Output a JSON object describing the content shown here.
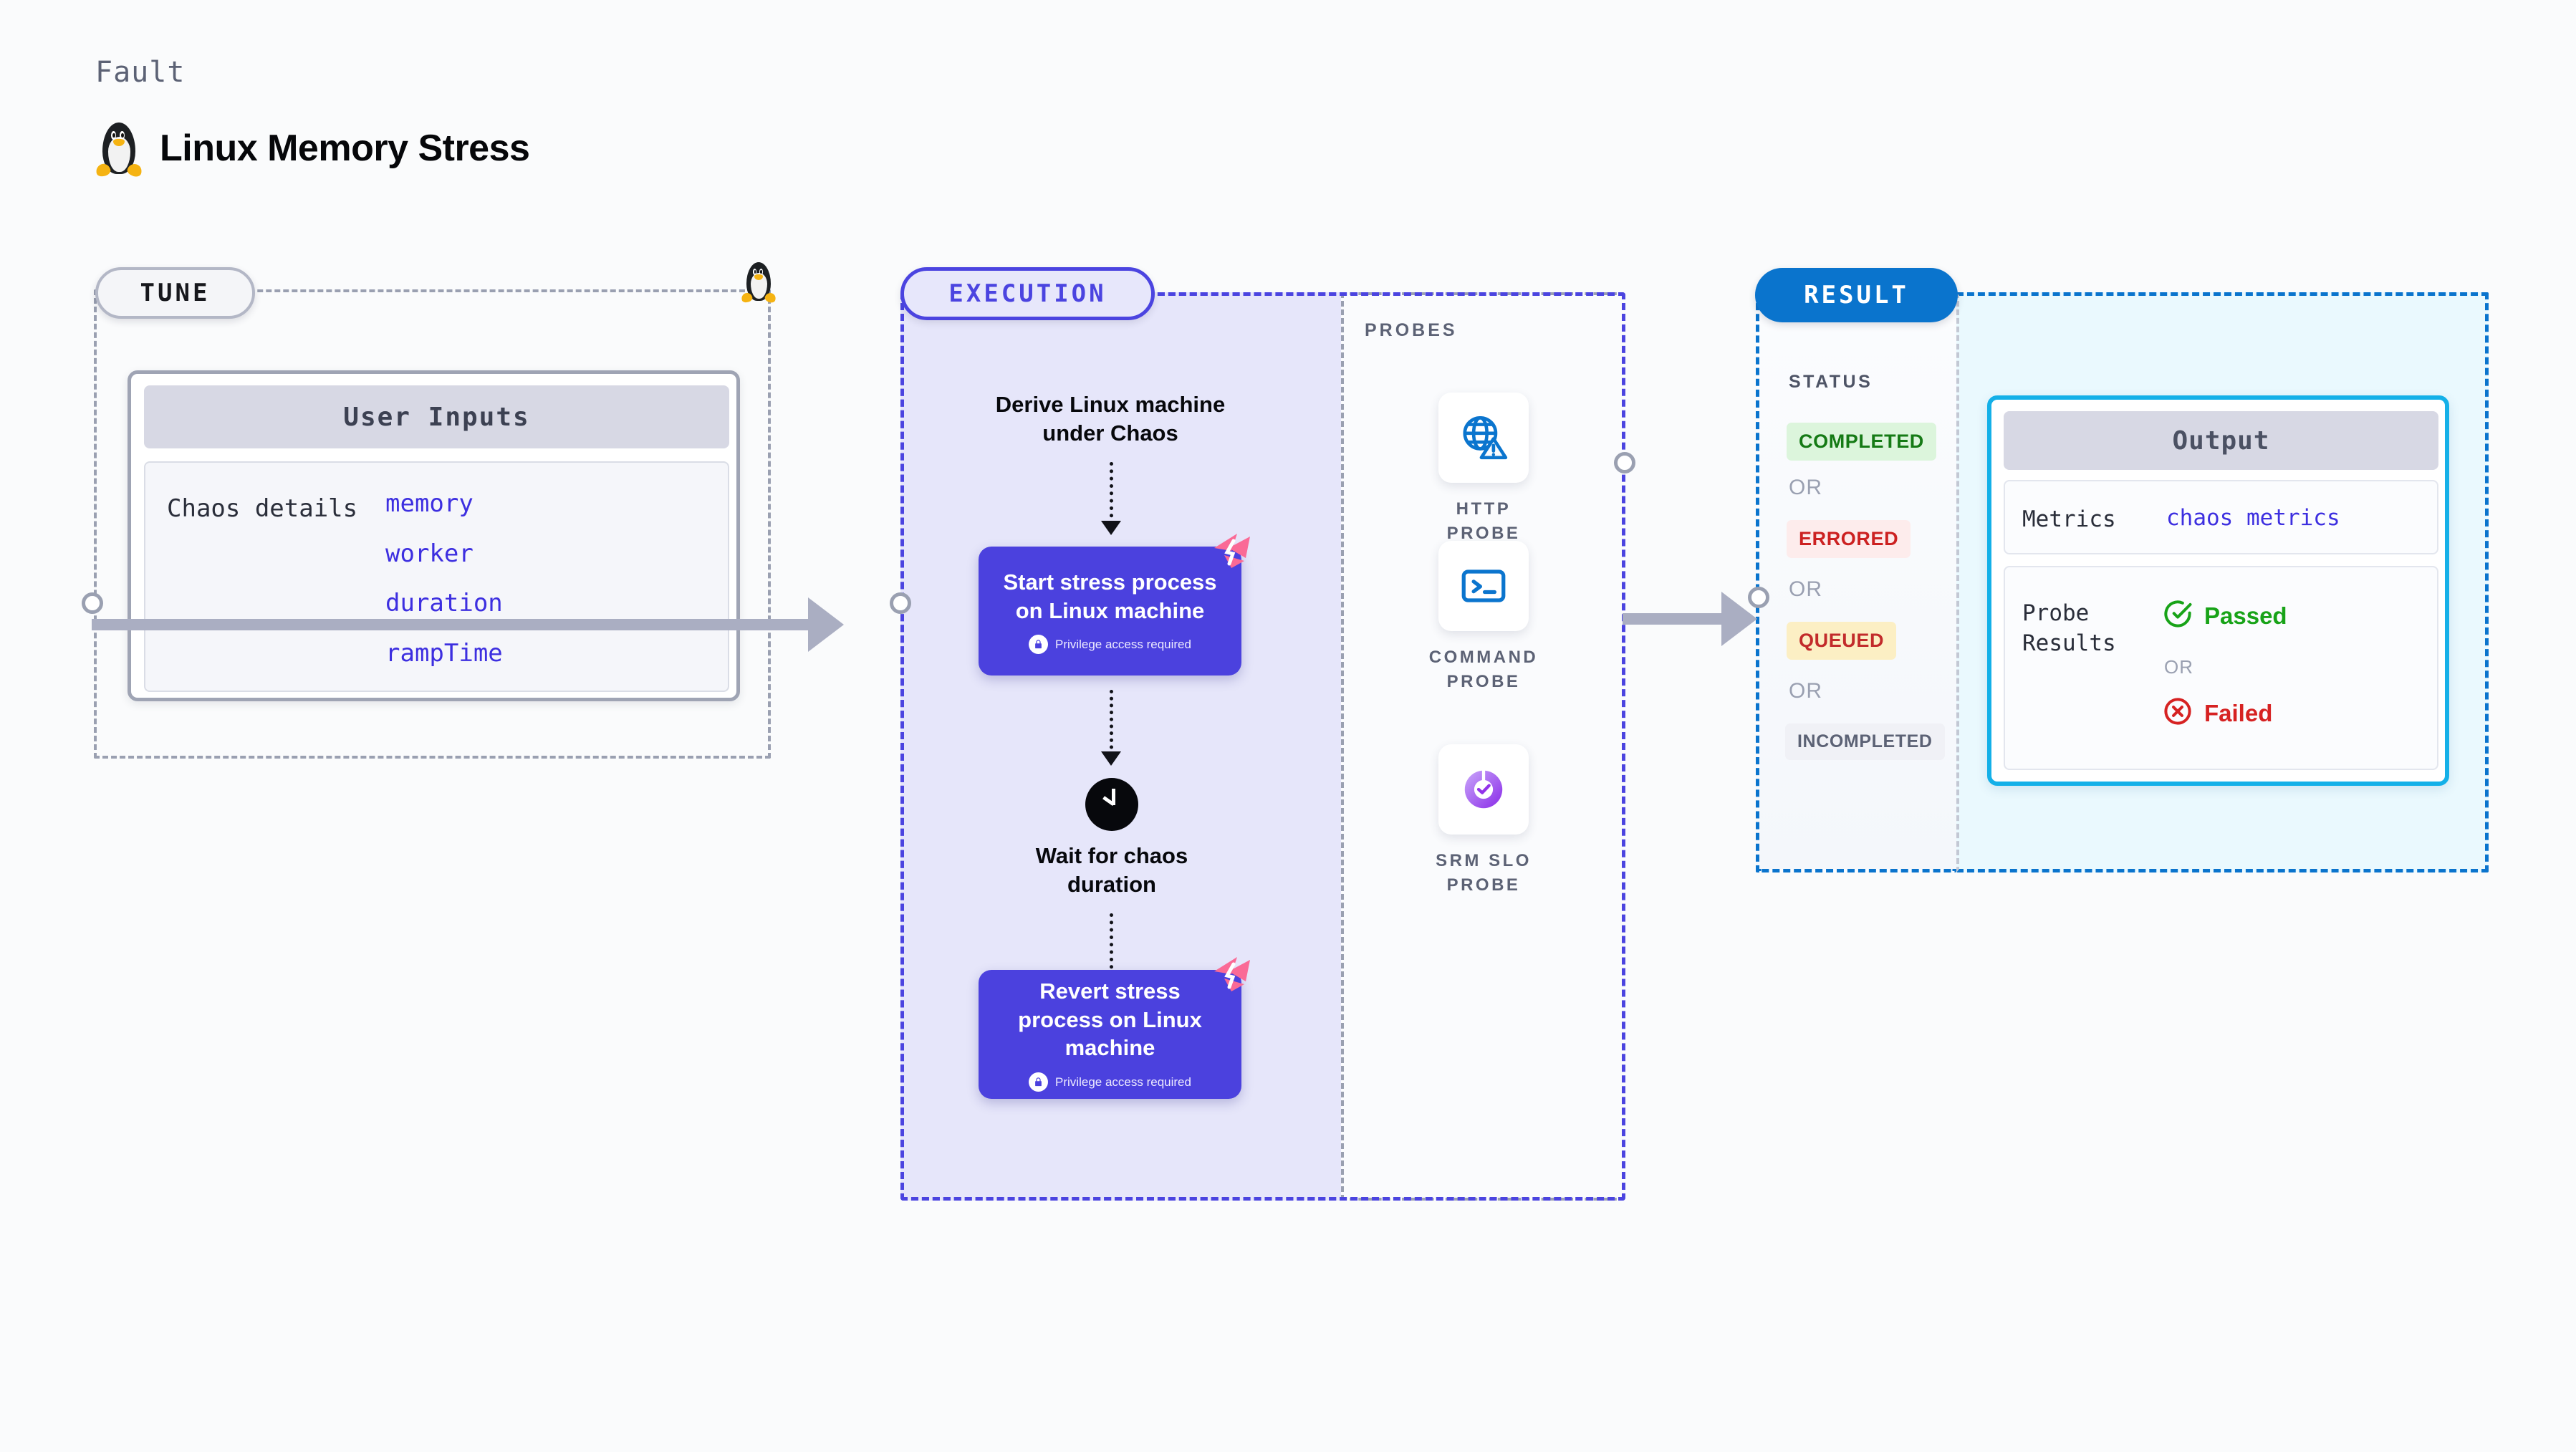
{
  "header": {
    "eyebrow": "Fault",
    "title": "Linux Memory Stress",
    "icon": "linux-penguin-icon"
  },
  "tune": {
    "pill_label": "TUNE",
    "icon": "linux-penguin-icon",
    "card": {
      "heading": "User Inputs",
      "row_label": "Chaos details",
      "params": [
        "memory",
        "worker",
        "duration",
        "rampTime"
      ]
    }
  },
  "execution": {
    "pill_label": "EXECUTION",
    "step_derive": "Derive Linux machine\nunder Chaos",
    "node_start": {
      "title": "Start stress process on Linux machine",
      "privilege_note": "Privilege access required",
      "lock_icon": "lock-icon",
      "corner_icon": "litmus-logo-icon"
    },
    "step_wait": {
      "icon": "clock-icon",
      "label": "Wait for chaos\nduration"
    },
    "node_revert": {
      "title": "Revert stress process on Linux machine",
      "privilege_note": "Privilege access required",
      "lock_icon": "lock-icon",
      "corner_icon": "litmus-logo-icon"
    }
  },
  "probes": {
    "title": "PROBES",
    "items": [
      {
        "label": "HTTP  PROBE",
        "icon": "globe-warning-icon"
      },
      {
        "label": "COMMAND\nPROBE",
        "icon": "terminal-icon"
      },
      {
        "label": "SRM  SLO\nPROBE",
        "icon": "slo-donut-check-icon"
      }
    ]
  },
  "result": {
    "pill_label": "RESULT",
    "status_title": "STATUS",
    "or_label": "OR",
    "statuses": [
      {
        "label": "COMPLETED",
        "bg": "#DCF5DC",
        "fg": "#157A15"
      },
      {
        "label": "ERRORED",
        "bg": "#FDECEC",
        "fg": "#CC2121"
      },
      {
        "label": "QUEUED",
        "bg": "#FCEFC4",
        "fg": "#C22B2B"
      },
      {
        "label": "INCOMPLETED",
        "bg": "#F0F1F6",
        "fg": "#5C6275"
      }
    ]
  },
  "output": {
    "heading": "Output",
    "metrics_label": "Metrics",
    "metrics_value": "chaos metrics",
    "probe_results_label": "Probe\nResults",
    "or_label": "OR",
    "passed_label": "Passed",
    "passed_color": "#18A318",
    "passed_icon": "check-circle-icon",
    "failed_label": "Failed",
    "failed_color": "#D62222",
    "failed_icon": "x-circle-icon"
  },
  "colors": {
    "background": "#FAFBFC",
    "tune_border": "#9AA0B1",
    "execution_accent": "#4B44E0",
    "execution_fill": "#E6E6FA",
    "result_accent": "#0A74CD",
    "output_fill": "#EAF9FE",
    "output_border": "#14B0E8",
    "node_fill": "#4B41DE",
    "param_text": "#3D2FE0",
    "probe_icon_blue": "#0B75CE",
    "litmus_pink": "#FA6A96",
    "connector_gray": "#AAAEC2"
  }
}
